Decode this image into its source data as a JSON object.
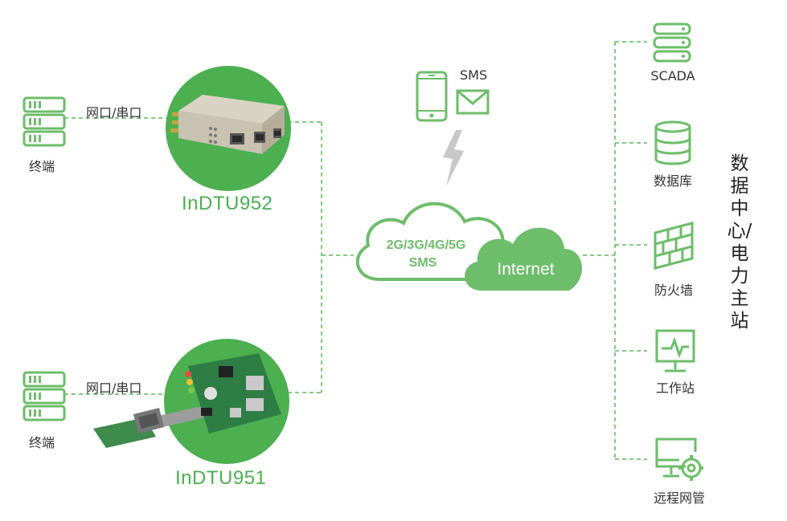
{
  "terminals": [
    {
      "label": "终端",
      "link_label": "网口/串口"
    },
    {
      "label": "终端",
      "link_label": "网口/串口"
    }
  ],
  "devices": [
    {
      "name": "InDTU952"
    },
    {
      "name": "InDTU951"
    }
  ],
  "sms": {
    "label": "SMS"
  },
  "cloud_left": {
    "line1": "2G/3G/4G/5G",
    "line2": "SMS"
  },
  "cloud_right": {
    "label": "Internet"
  },
  "center": {
    "title": "数据中心/电力主站",
    "items": [
      {
        "label": "SCADA",
        "icon": "server-icon"
      },
      {
        "label": "数据库",
        "icon": "database-icon"
      },
      {
        "label": "防火墙",
        "icon": "firewall-icon"
      },
      {
        "label": "工作站",
        "icon": "workstation-icon"
      },
      {
        "label": "远程网管",
        "icon": "remote-management-icon"
      }
    ]
  },
  "colors": {
    "green": "#4caf50",
    "light_green": "#6dbd6a",
    "line": "#5cb85c"
  }
}
